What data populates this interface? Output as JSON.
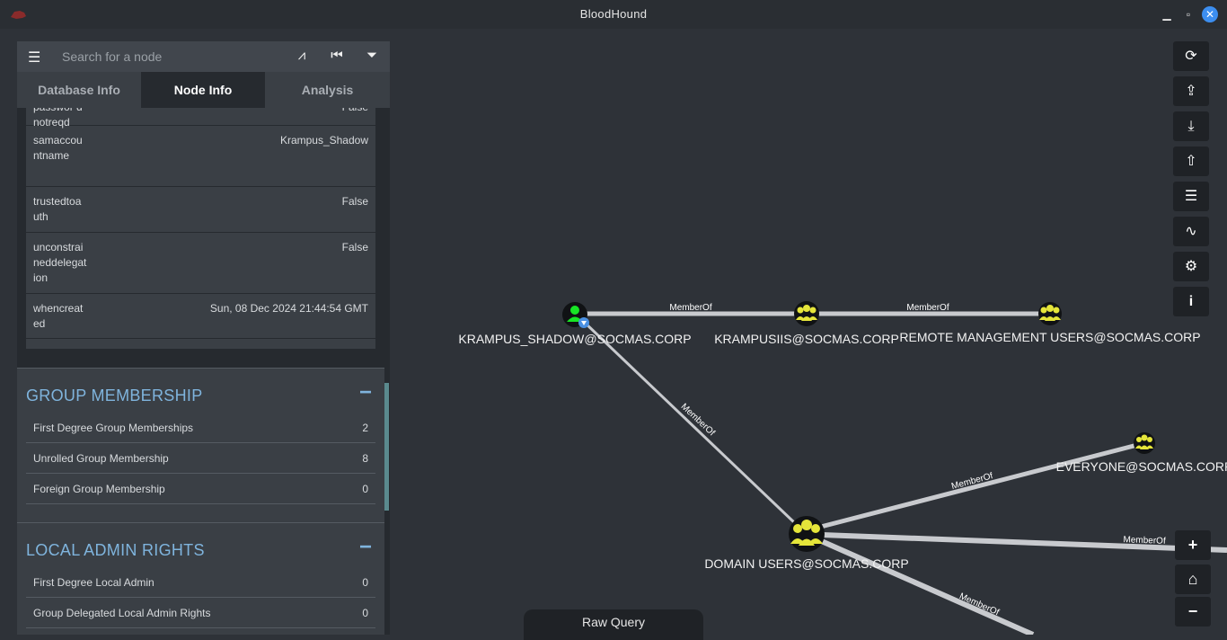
{
  "window": {
    "title": "BloodHound"
  },
  "search": {
    "placeholder": "Search for a node"
  },
  "tabs": [
    "Database Info",
    "Node Info",
    "Analysis"
  ],
  "properties": [
    {
      "key": "passwor dnotreqd",
      "value": "False"
    },
    {
      "key": "samaccountname",
      "value": "Krampus_Shadow"
    },
    {
      "key": "trustedtoauth",
      "value": "False"
    },
    {
      "key": "unconstraineddelegation",
      "value": "False"
    },
    {
      "key": "whencreated",
      "value": "Sun, 08 Dec 2024 21:44:54 GMT"
    }
  ],
  "group_membership": {
    "title": "GROUP MEMBERSHIP",
    "collapse": "−",
    "rows": [
      {
        "label": "First Degree Group Memberships",
        "count": "2"
      },
      {
        "label": "Unrolled Group Membership",
        "count": "8"
      },
      {
        "label": "Foreign Group Membership",
        "count": "0"
      }
    ]
  },
  "local_admin": {
    "title": "LOCAL ADMIN RIGHTS",
    "collapse": "−",
    "rows": [
      {
        "label": "First Degree Local Admin",
        "count": "0"
      },
      {
        "label": "Group Delegated Local Admin Rights",
        "count": "0"
      }
    ]
  },
  "graph": {
    "nodes": [
      {
        "id": "krampus_shadow",
        "label": "KRAMPUS_SHADOW@SOCMAS.CORP",
        "type": "user"
      },
      {
        "id": "krampusiis",
        "label": "KRAMPUSIIS@SOCMAS.CORP",
        "type": "group"
      },
      {
        "id": "remote_mgmt",
        "label": "REMOTE MANAGEMENT USERS@SOCMAS.CORP",
        "type": "group"
      },
      {
        "id": "everyone",
        "label": "EVERYONE@SOCMAS.CORP",
        "type": "group"
      },
      {
        "id": "domain_users",
        "label": "DOMAIN USERS@SOCMAS.CORP",
        "type": "group"
      }
    ],
    "edges": [
      {
        "from": "krampus_shadow",
        "to": "krampusiis",
        "label": "MemberOf"
      },
      {
        "from": "krampusiis",
        "to": "remote_mgmt",
        "label": "MemberOf"
      },
      {
        "from": "krampus_shadow",
        "to": "domain_users",
        "label": "MemberOf"
      },
      {
        "from": "domain_users",
        "to": "everyone",
        "label": "MemberOf"
      },
      {
        "from": "domain_users",
        "to": "offscreen_right",
        "label": "MemberOf"
      },
      {
        "from": "domain_users",
        "to": "offscreen_bottom",
        "label": "MemberOf"
      }
    ]
  },
  "toolbar_icons": [
    "refresh-icon",
    "upload-icon",
    "download-icon",
    "arrow-up-circle-icon",
    "checklist-icon",
    "chart-icon",
    "gears-icon",
    "info-icon"
  ],
  "zoom": {
    "in": "+",
    "home": "⌂",
    "out": "−"
  },
  "raw_query": {
    "label": "Raw Query"
  }
}
